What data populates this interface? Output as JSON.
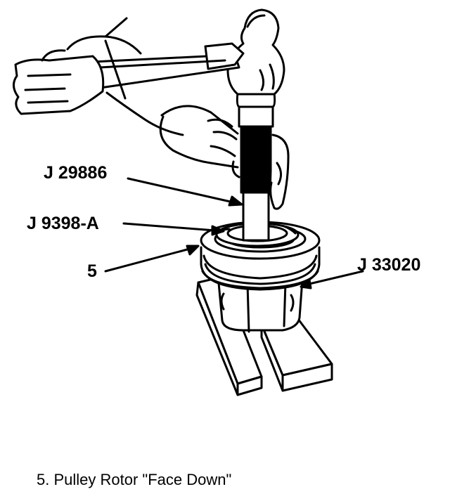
{
  "callouts": {
    "tool_j29886": "J 29886",
    "tool_j9398a": "J 9398-A",
    "item_5": "5",
    "tool_j33020": "J 33020"
  },
  "legend": {
    "item_5": "5.  Pulley Rotor \"Face Down\""
  }
}
